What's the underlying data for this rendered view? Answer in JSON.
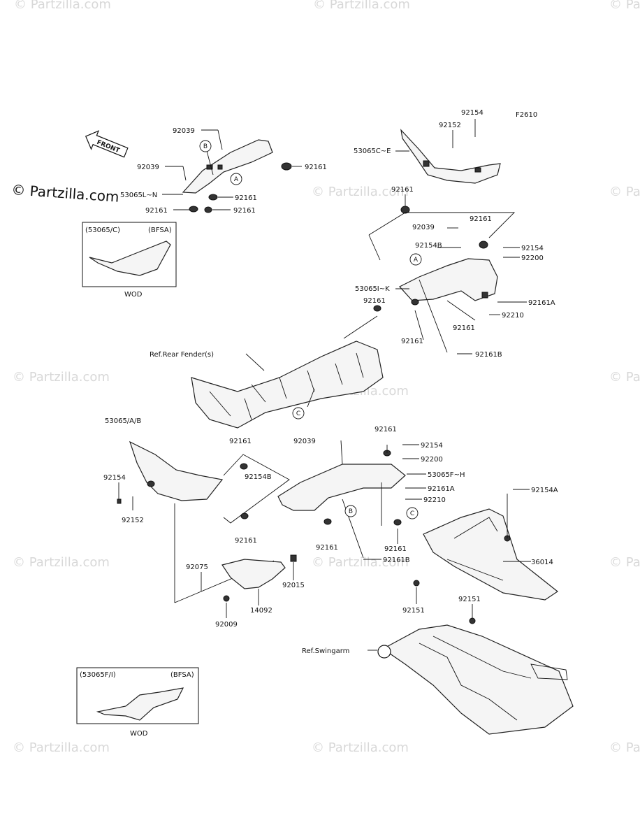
{
  "figure_code": "F2610",
  "watermark": {
    "text": "© Partzilla.com"
  },
  "front_arrow": {
    "label": "FRONT"
  },
  "inset_top": {
    "header_left": "(53065/C)",
    "header_right": "(BFSA)",
    "footer": "WOD"
  },
  "inset_bottom": {
    "header_left": "(53065F/I)",
    "header_right": "(BFSA)",
    "footer": "WOD"
  },
  "refs": {
    "rear_fender": "Ref.Rear Fender(s)",
    "swingarm": "Ref.Swingarm"
  },
  "callouts": {
    "a": "A",
    "b": "B",
    "c": "C"
  },
  "labels": {
    "p92039_top": "92039",
    "p92039_left": "92039",
    "p92161_top_right": "92161",
    "p53065LN": "53065L~N",
    "p92161_top_mid": "92161",
    "p92161_top_left": "92161",
    "p92161_top_bot": "92161",
    "p92154_tr": "92154",
    "p92152_tr": "92152",
    "p53065CE": "53065C~E",
    "p92161_mid1": "92161",
    "p92039_mid": "92039",
    "p92161_mid2": "92161",
    "p92154B_mid": "92154B",
    "p92154_mid": "92154",
    "p92200_mid": "92200",
    "p53065IK": "53065I~K",
    "p92161_mid3": "92161",
    "p92161A_mid": "92161A",
    "p92210_mid": "92210",
    "p92161_mid4": "92161",
    "p92161_mid5": "92161",
    "p92161B_mid": "92161B",
    "p53065AB": "53065/A/B",
    "p92161_l1": "92161",
    "p92039_l": "92039",
    "p92161_l2": "92161",
    "p92154_l": "92154",
    "p92200_l": "92200",
    "p92154_ll": "92154",
    "p92154B_l": "92154B",
    "p53065FH": "53065F~H",
    "p92161A_l": "92161A",
    "p92152_l": "92152",
    "p92210_l": "92210",
    "p92154A": "92154A",
    "p92161_l3": "92161",
    "p92161_l4": "92161",
    "p92161_l5": "92161",
    "p92161B_l": "92161B",
    "p36014": "36014",
    "p92075": "92075",
    "p92015": "92015",
    "p14092": "14092",
    "p92009": "92009",
    "p92151_a": "92151",
    "p92151_b": "92151"
  }
}
